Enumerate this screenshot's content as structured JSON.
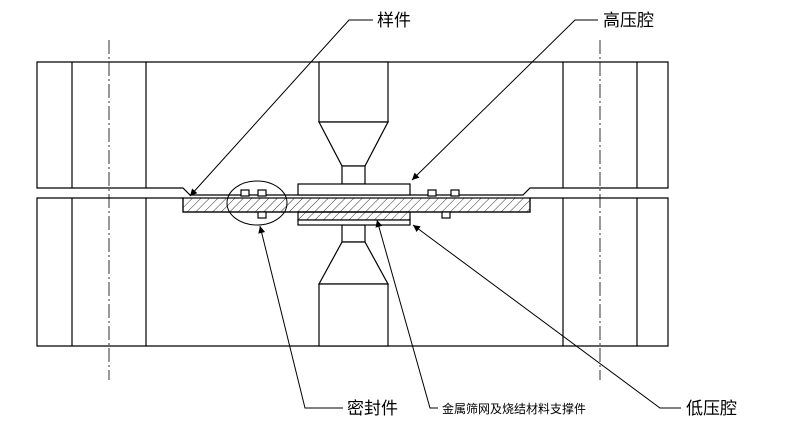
{
  "labels": {
    "sample": "样件",
    "high_pressure_chamber": "高压腔",
    "seal": "密封件",
    "mesh_support": "金属筛网及烧结材料支撑件",
    "low_pressure_chamber": "低压腔"
  }
}
